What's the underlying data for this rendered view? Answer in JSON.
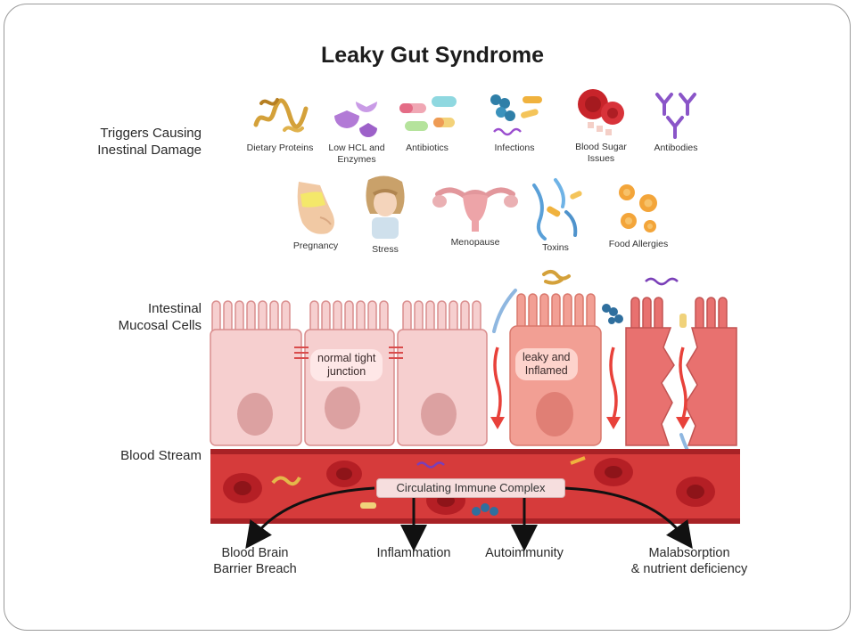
{
  "title": "Leaky Gut Syndrome",
  "sections": {
    "triggers": "Triggers Causing\nInestinal Damage",
    "mucosal_cells": "Intestinal\nMucosal Cells",
    "blood_stream": "Blood Stream"
  },
  "triggers_row1": [
    {
      "label": "Dietary Proteins",
      "icon": "protein-icon"
    },
    {
      "label": "Low HCL and\nEnzymes",
      "icon": "enzyme-icon"
    },
    {
      "label": "Antibiotics",
      "icon": "pill-icon"
    },
    {
      "label": "Infections",
      "icon": "bacteria-icon"
    },
    {
      "label": "Blood Sugar\nIssues",
      "icon": "blood-cell-icon"
    },
    {
      "label": "Antibodies",
      "icon": "antibody-icon"
    }
  ],
  "triggers_row2": [
    {
      "label": "Pregnancy",
      "icon": "pregnancy-icon"
    },
    {
      "label": "Stress",
      "icon": "stress-icon"
    },
    {
      "label": "Menopause",
      "icon": "uterus-icon"
    },
    {
      "label": "Toxins",
      "icon": "toxin-icon"
    },
    {
      "label": "Food Allergies",
      "icon": "allergen-icon"
    }
  ],
  "cell_labels": {
    "normal": "normal tight\njunction",
    "leaky": "leaky and\nInflamed"
  },
  "circulating_label": "Circulating Immune Complex",
  "outcomes": [
    {
      "label": "Blood Brain\nBarrier Breach"
    },
    {
      "label": "Inflammation"
    },
    {
      "label": "Autoimmunity"
    },
    {
      "label": "Malabsorption\n& nutrient deficiency"
    }
  ],
  "colors": {
    "normal_cell": "#f6cfcf",
    "inflamed_cell": "#f29f94",
    "damaged_cell": "#e8716f",
    "blood_stream": "#d63b3b",
    "arrow_red": "#e8413a"
  }
}
